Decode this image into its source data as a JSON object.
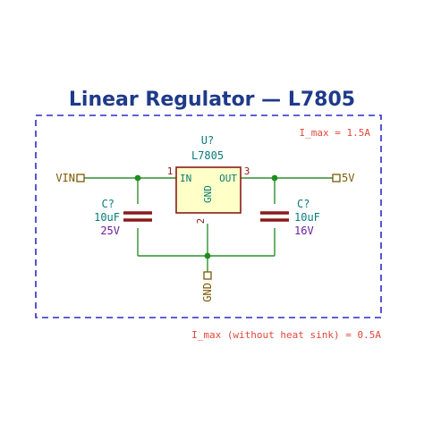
{
  "title": "Linear Regulator — L7805",
  "annotations": {
    "imax": "I_max = 1.5A",
    "imax_no_heatsink": "I_max (without heat sink) = 0.5A"
  },
  "regulator": {
    "reference": "U?",
    "value": "L7805",
    "pins": {
      "in_number": "1",
      "in_name": "IN",
      "out_number": "3",
      "out_name": "OUT",
      "gnd_number": "2",
      "gnd_name": "GND"
    }
  },
  "input_capacitor": {
    "reference": "C?",
    "value": "10uF",
    "voltage": "25V"
  },
  "output_capacitor": {
    "reference": "C?",
    "value": "10uF",
    "voltage": "16V"
  },
  "nets": {
    "input": "VIN",
    "output": "5V",
    "ground": "GND"
  },
  "colors": {
    "title": "#1e3a8a",
    "frame": "#2b2bc8",
    "wire": "#2f8f2f",
    "junction": "#1b8f1b",
    "component_body_fill": "#ffffc8",
    "component_outline": "#8b1a1a",
    "pin_number": "#8b1a1a",
    "text_teal": "#0a7a7a",
    "text_purple": "#6a1b9a",
    "annotation_red": "#e0483b",
    "capacitor_plate": "#8b1a1a",
    "net_label": "#7a5a00"
  }
}
